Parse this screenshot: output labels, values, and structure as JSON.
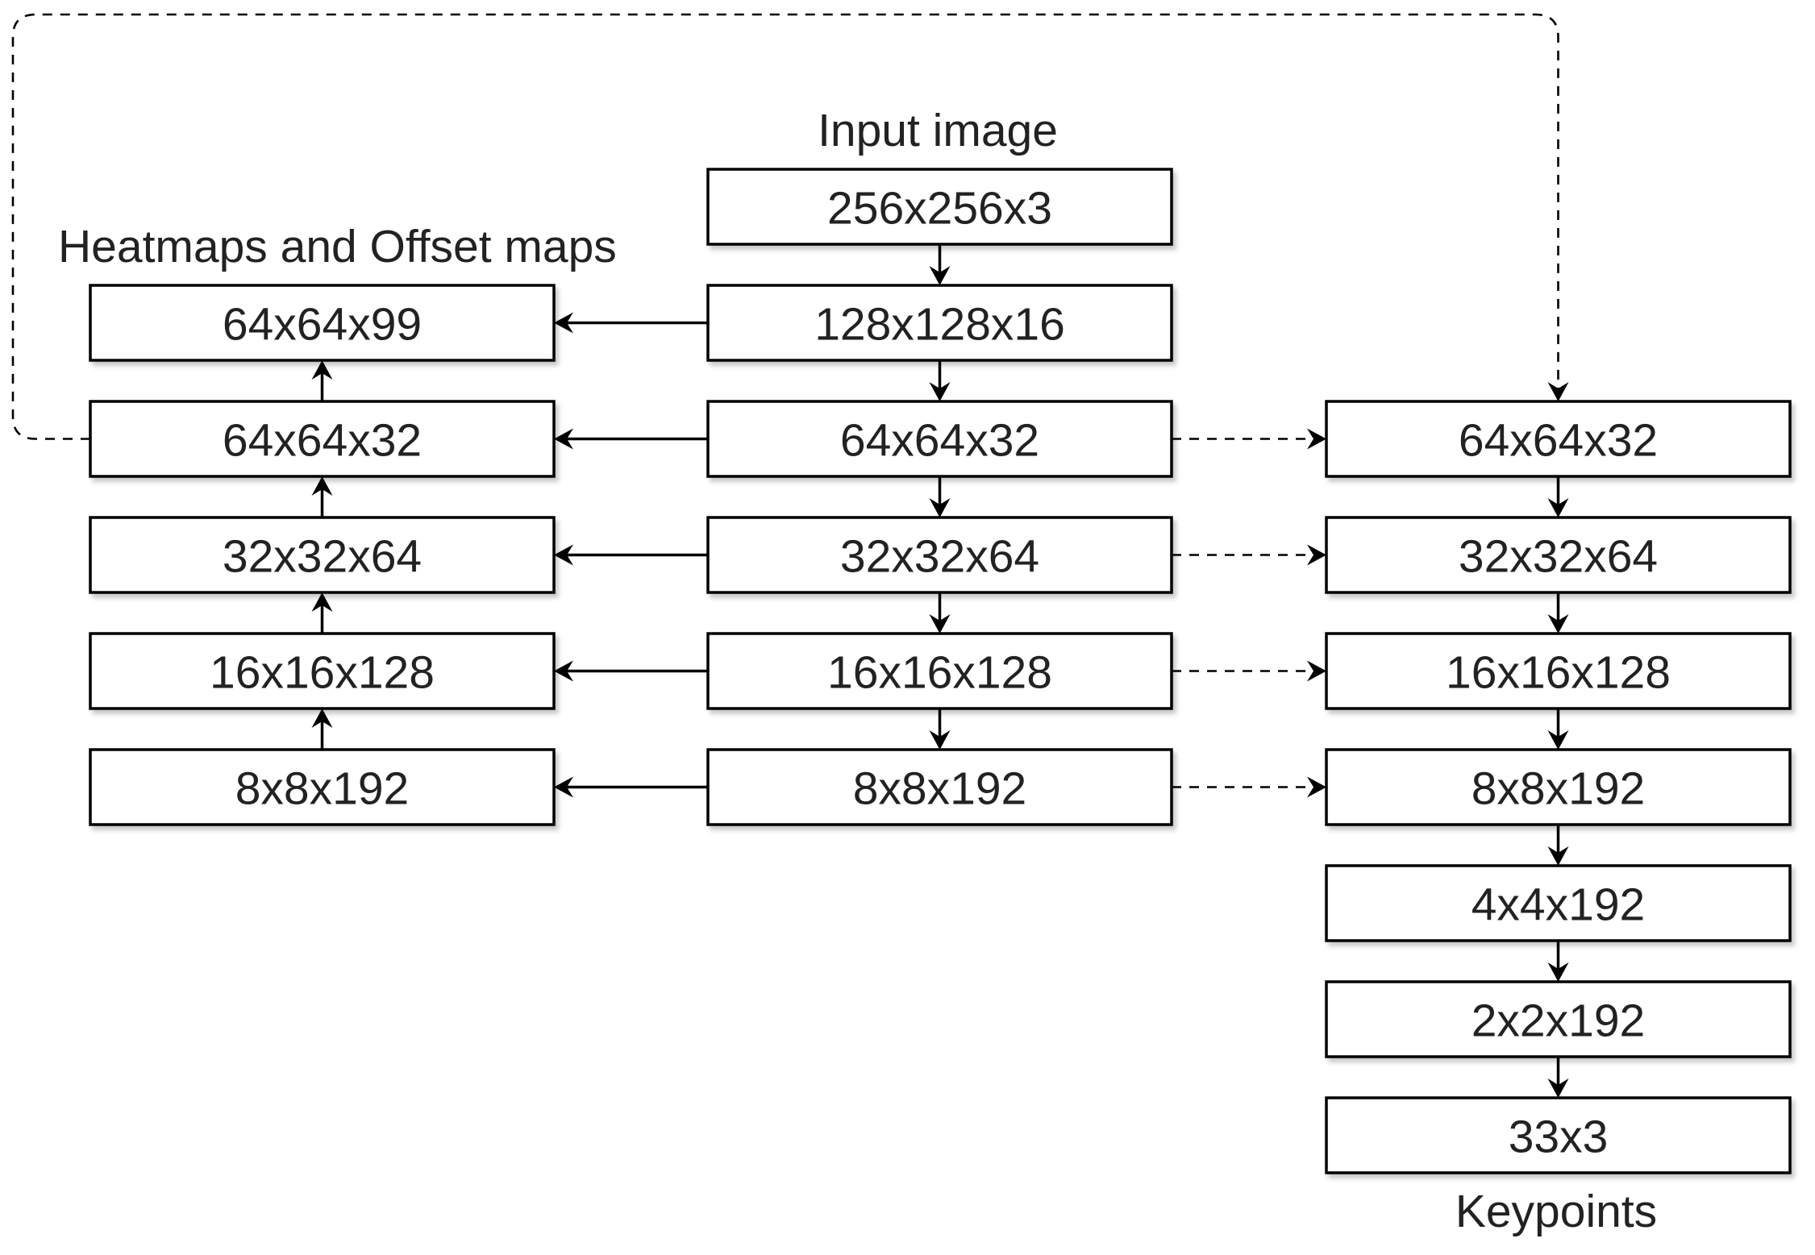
{
  "captions": {
    "input": "Input image",
    "heatmaps": "Heatmaps and Offset maps",
    "keypoints": "Keypoints"
  },
  "encoder": {
    "layers": [
      "256x256x3",
      "128x128x16",
      "64x64x32",
      "32x32x64",
      "16x16x128",
      "8x8x192"
    ]
  },
  "heatmap_branch": {
    "layers": [
      "64x64x99",
      "64x64x32",
      "32x32x64",
      "16x16x128",
      "8x8x192"
    ]
  },
  "regression_branch": {
    "layers": [
      "64x64x32",
      "32x32x64",
      "16x16x128",
      "8x8x192",
      "4x4x192",
      "2x2x192",
      "33x3"
    ]
  },
  "edges": {
    "solid": "encoder to heatmap branch, top-down within encoder, bottom-up within heatmap branch, top-down within regression branch",
    "dashed": "encoder to regression branch skip links and heatmap-branch feedback loop"
  }
}
